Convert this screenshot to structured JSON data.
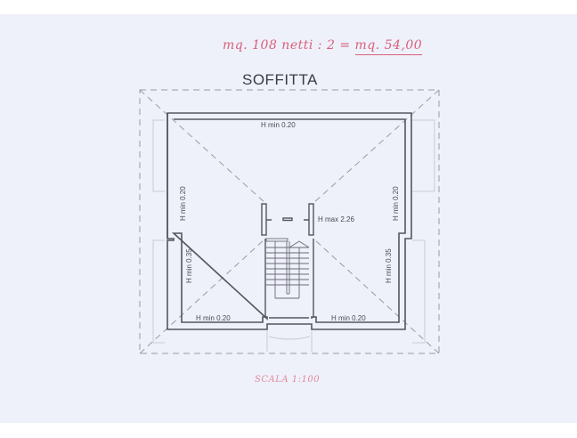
{
  "document": {
    "type": "floor-plan",
    "title": "SOFFITTA",
    "handwritten_note": {
      "prefix": "mq. 108 netti : 2 = ",
      "result": "mq. 54,00",
      "color": "#d9607a"
    },
    "scale_note": "SCALA 1:100",
    "labels": {
      "top": "H min   0.20",
      "left_upper": "H min   0.20",
      "left_lower": "H min   0.35",
      "right_upper": "H min   0.20",
      "right_lower": "H min   0.35",
      "bottom_left": "H min   0.20",
      "bottom_right": "H min   0.20",
      "center": "H max   2.26"
    },
    "colors": {
      "paper": "#eef0fa",
      "wall": "#55555f",
      "dashed": "#8a8a96",
      "text": "#3c3c44"
    }
  }
}
